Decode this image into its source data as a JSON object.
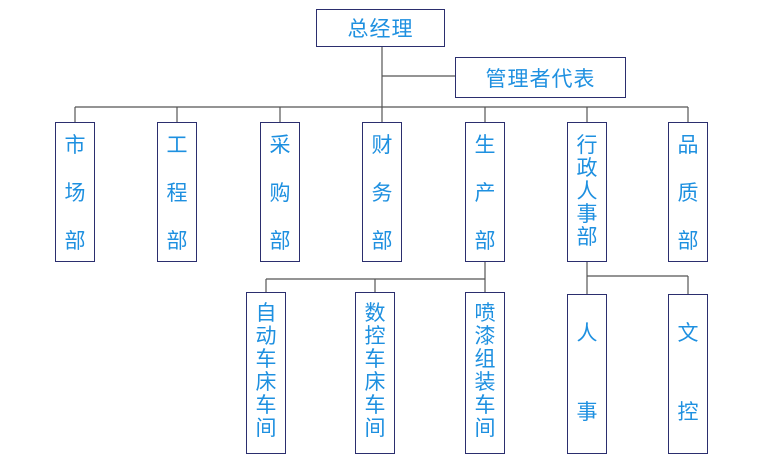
{
  "top": {
    "label": "总经理"
  },
  "representative": {
    "label": "管理者代表"
  },
  "departments": [
    {
      "id": "market",
      "label": "市场部"
    },
    {
      "id": "engineering",
      "label": "工程部"
    },
    {
      "id": "purchasing",
      "label": "采购部"
    },
    {
      "id": "finance",
      "label": "财务部"
    },
    {
      "id": "production",
      "label": "生产部"
    },
    {
      "id": "admin",
      "label": "行政人事部"
    },
    {
      "id": "quality",
      "label": "品质部"
    }
  ],
  "production_units": [
    {
      "id": "auto-lathe",
      "label": "自动车床车间"
    },
    {
      "id": "cnc-lathe",
      "label": "数控车床车间"
    },
    {
      "id": "spray",
      "label": "喷漆组装车间"
    }
  ],
  "admin_units": [
    {
      "id": "hr",
      "label": "人事"
    },
    {
      "id": "document-control",
      "label": "文控"
    }
  ],
  "colors": {
    "text": "#1e90e0",
    "border": "#2b2e6e",
    "line": "#555555"
  }
}
